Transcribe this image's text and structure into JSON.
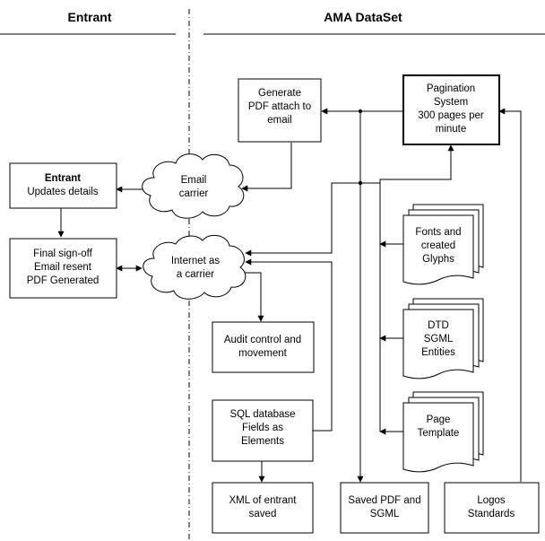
{
  "headers": {
    "left": "Entrant",
    "right": "AMA DataSet"
  },
  "nodes": {
    "entrant_updates": {
      "line1": "Entrant",
      "line2": "Updates details"
    },
    "final_signoff": {
      "lines": [
        "Final sign-off",
        "Email resent",
        "PDF Generated"
      ]
    },
    "email_carrier": {
      "lines": [
        "Email",
        "carrier"
      ]
    },
    "internet_carrier": {
      "lines": [
        "Internet as",
        "a carrier"
      ]
    },
    "generate_pdf": {
      "lines": [
        "Generate",
        "PDF attach to",
        "email"
      ]
    },
    "pagination": {
      "lines": [
        "Pagination",
        "System",
        "300 pages per",
        "minute"
      ]
    },
    "fonts": {
      "lines": [
        "Fonts and",
        "created",
        "Glyphs"
      ]
    },
    "dtd": {
      "lines": [
        "DTD",
        "SGML",
        "Entities"
      ]
    },
    "page_template": {
      "lines": [
        "Page",
        "Template"
      ]
    },
    "audit": {
      "lines": [
        "Audit control and",
        "movement"
      ]
    },
    "sql": {
      "lines": [
        "SQL database",
        "Fields as",
        "Elements"
      ]
    },
    "xml": {
      "lines": [
        "XML of entrant",
        "saved"
      ]
    },
    "saved_pdf": {
      "lines": [
        "Saved PDF and",
        "SGML"
      ]
    },
    "logos": {
      "lines": [
        "Logos",
        "Standards"
      ]
    }
  }
}
